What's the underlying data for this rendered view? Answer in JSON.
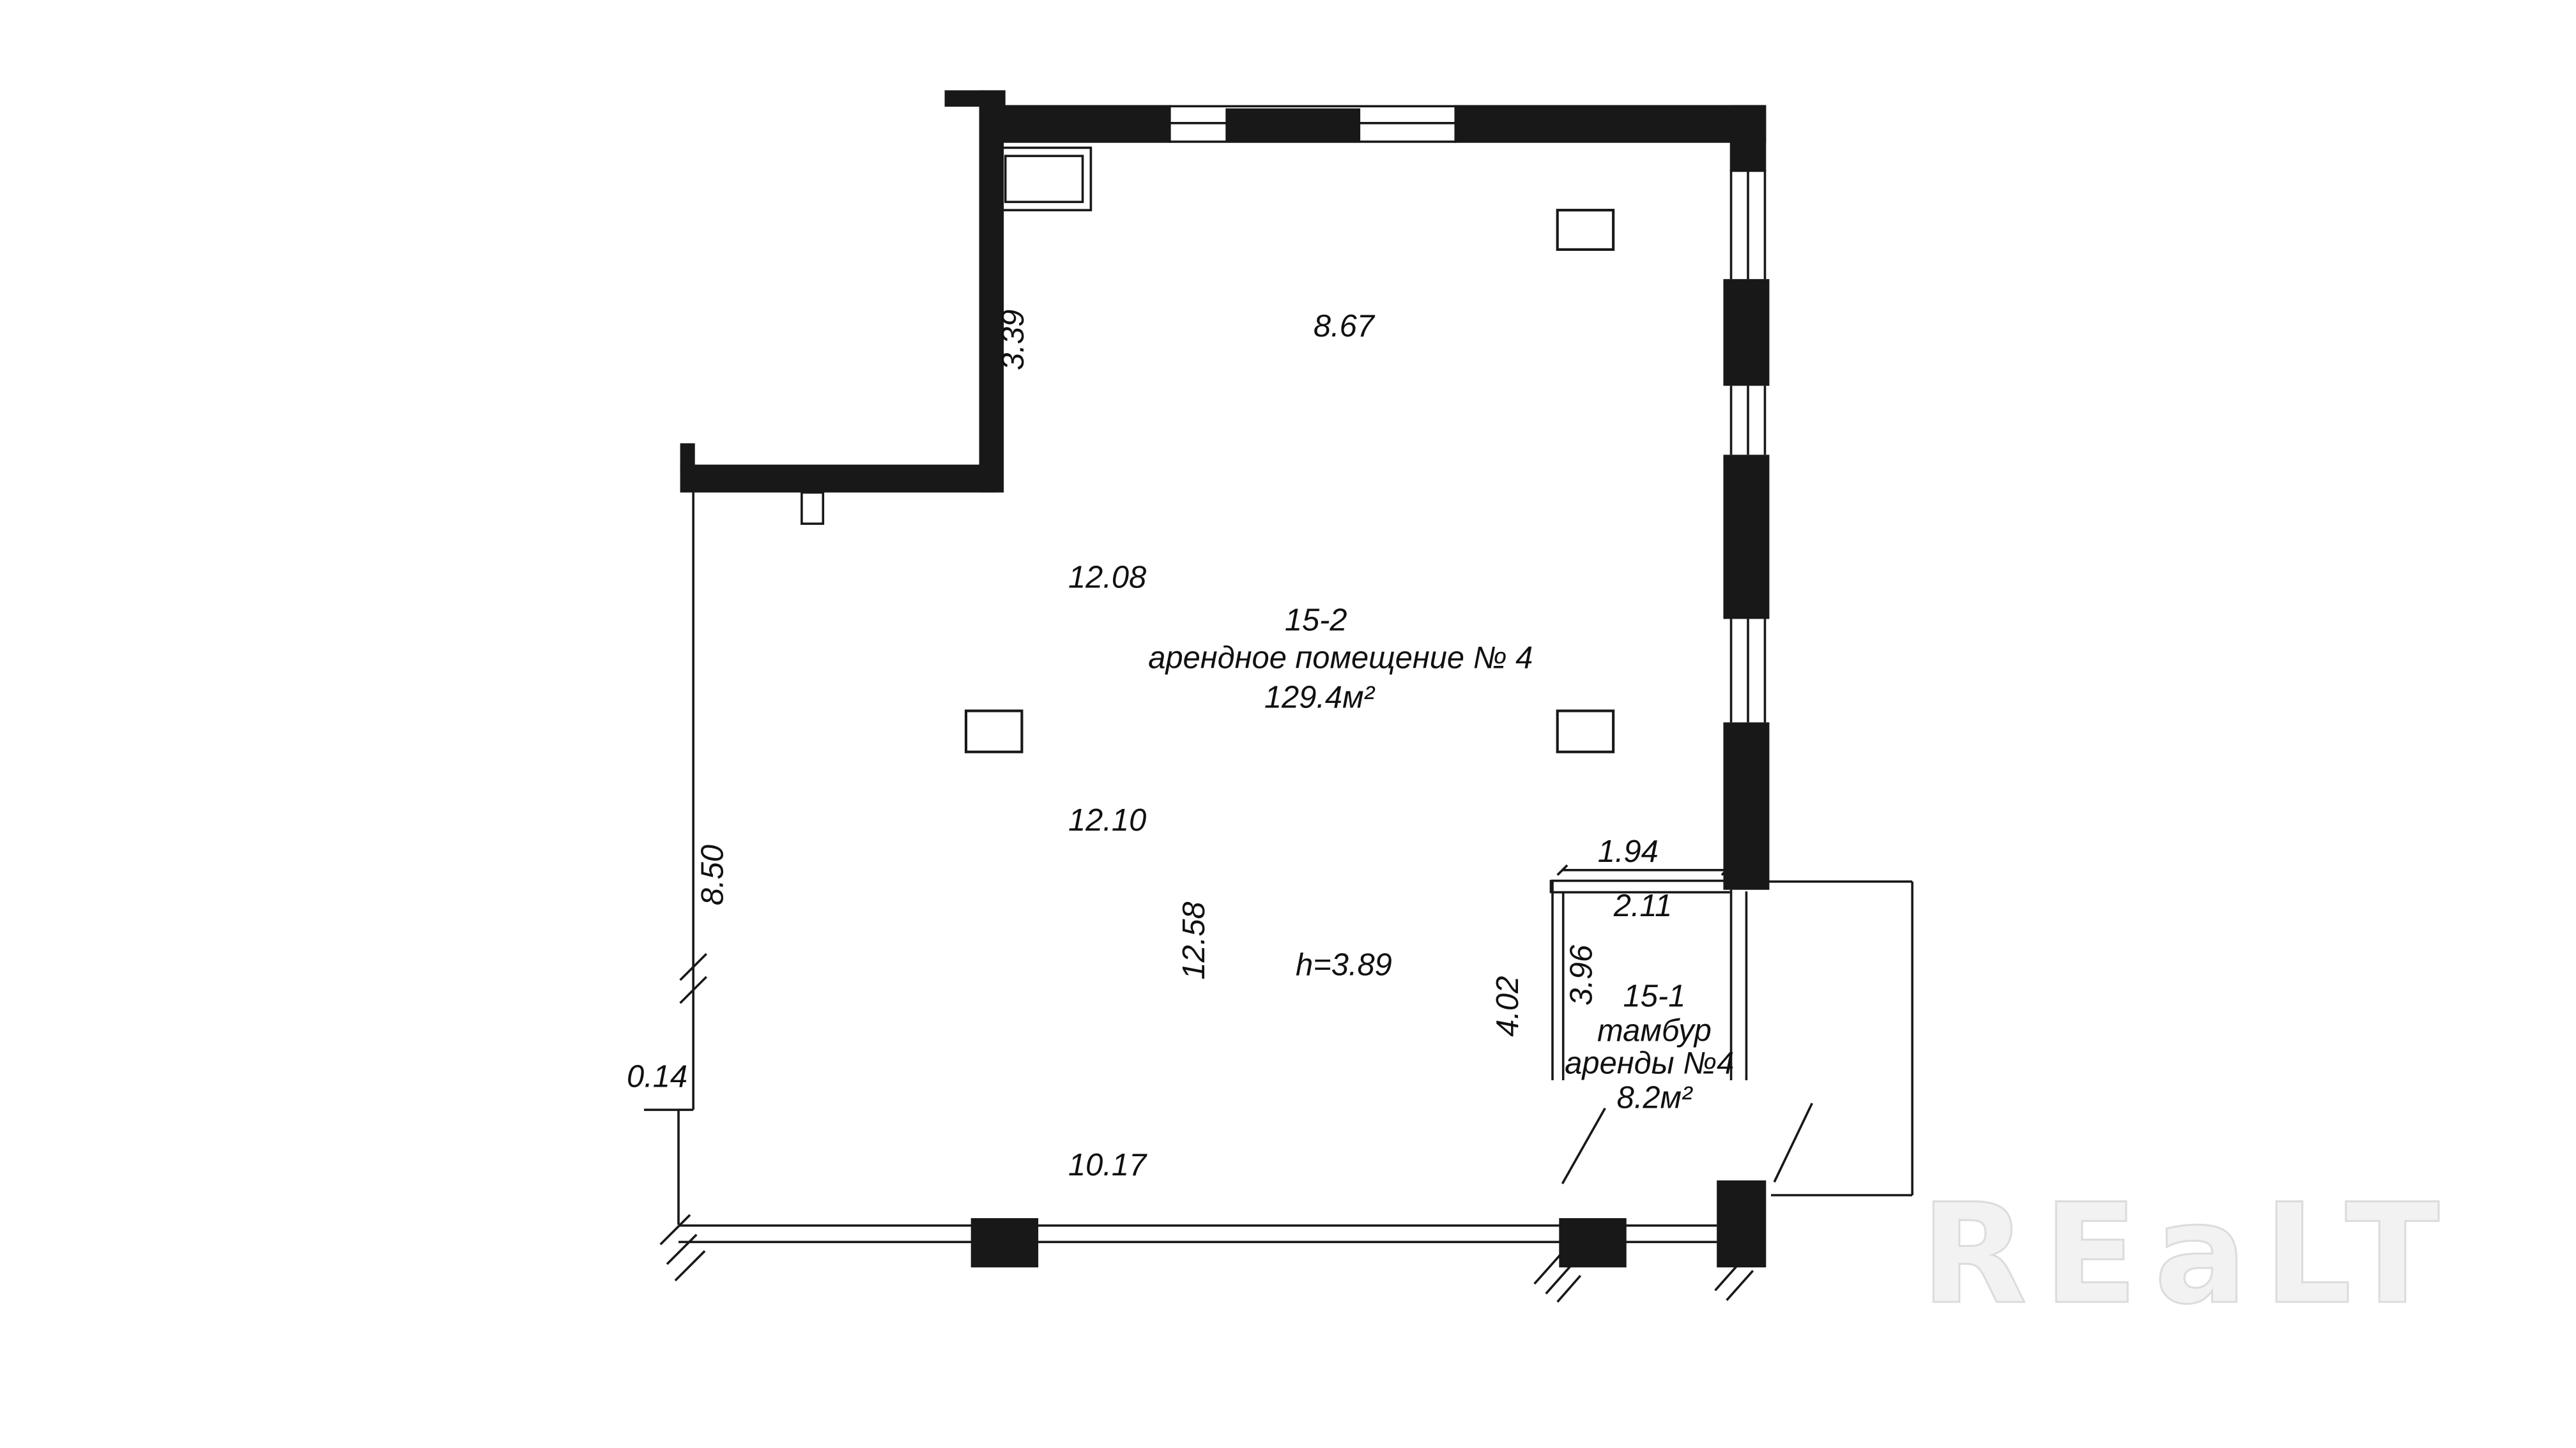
{
  "document": {
    "type": "floor-plan",
    "background": "#ffffff",
    "line_color": "#181818"
  },
  "watermark": {
    "text": "REaLT"
  },
  "plan": {
    "rooms": {
      "main": {
        "number": "15-2",
        "name": "арендное помещение № 4",
        "area": "129.4м²",
        "ceiling_height": "h=3.89"
      },
      "tambour": {
        "number": "15-1",
        "name_line1": "тамбур",
        "name_line2": "аренды №4",
        "area": "8.2м²"
      }
    },
    "dimensions": {
      "top_left_wall": "3.39",
      "top_wall": "8.67",
      "upper_width": "12.08",
      "lower_width": "12.10",
      "interior_depth": "12.58",
      "left_side": "8.50",
      "left_step": "0.14",
      "bottom_wall": "10.17",
      "tambour_top_outer": "1.94",
      "tambour_top_inner": "2.11",
      "tambour_side_inner": "3.96",
      "tambour_side_outer": "4.02"
    }
  }
}
